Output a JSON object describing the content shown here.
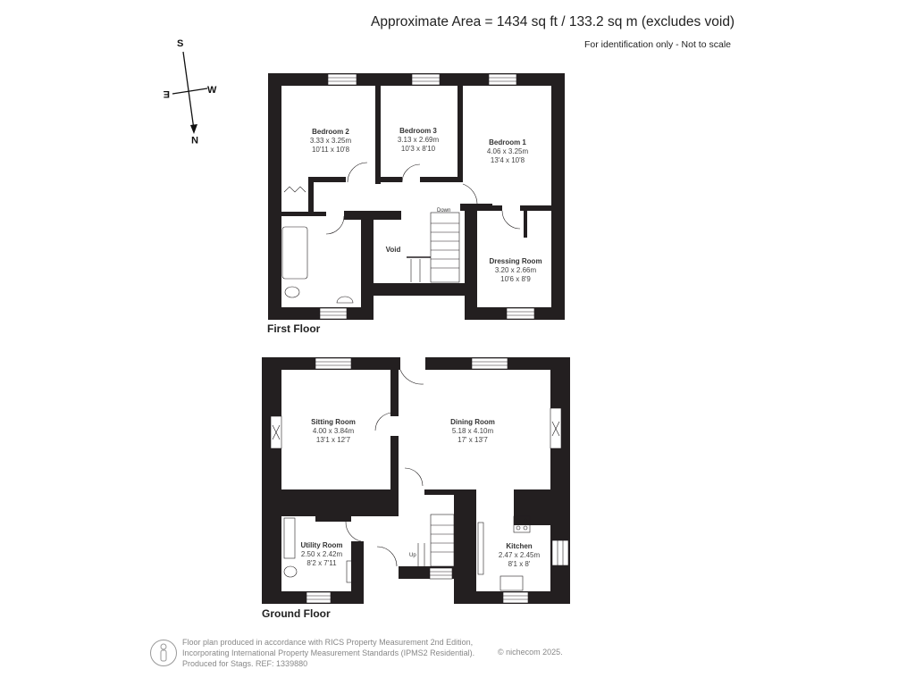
{
  "header": {
    "title": "Approximate Area = 1434 sq ft / 133.2 sq m (excludes void)",
    "subtitle": "For identification only - Not to scale"
  },
  "compass": {
    "icon": "compass-rose-icon",
    "letters": {
      "north": "N",
      "south": "S",
      "east": "E",
      "west": "W"
    }
  },
  "first_floor": {
    "label": "First Floor",
    "rooms": [
      {
        "name": "Bedroom 2",
        "metric": "3.33 x 3.25m",
        "imperial": "10'11 x 10'8"
      },
      {
        "name": "Bedroom 3",
        "metric": "3.13 x 2.69m",
        "imperial": "10'3 x 8'10"
      },
      {
        "name": "Bedroom 1",
        "metric": "4.06 x 3.25m",
        "imperial": "13'4 x 10'8"
      },
      {
        "name": "Void"
      },
      {
        "name": "Dressing Room",
        "metric": "3.20 x 2.66m",
        "imperial": "10'6 x 8'9"
      }
    ],
    "stairs_label": "Down"
  },
  "ground_floor": {
    "label": "Ground Floor",
    "rooms": [
      {
        "name": "Sitting Room",
        "metric": "4.00 x 3.84m",
        "imperial": "13'1 x 12'7"
      },
      {
        "name": "Dining Room",
        "metric": "5.18 x 4.10m",
        "imperial": "17' x 13'7"
      },
      {
        "name": "Utility Room",
        "metric": "2.50 x 2.42m",
        "imperial": "8'2 x 7'11"
      },
      {
        "name": "Kitchen",
        "metric": "2.47 x 2.45m",
        "imperial": "8'1 x 8'"
      }
    ],
    "stairs_label": "Up"
  },
  "footer": {
    "icon": "person-icon",
    "lines": [
      "Floor plan produced in accordance with RICS Property Measurement 2nd Edition,",
      "Incorporating International Property Measurement Standards (IPMS2 Residential).",
      "Produced for Stags.   REF: 1339880"
    ],
    "copyright": "© nichecom 2025."
  },
  "colors": {
    "wall": "#231f20",
    "background": "#ffffff",
    "text": "#222222",
    "footer_text": "#888888"
  }
}
